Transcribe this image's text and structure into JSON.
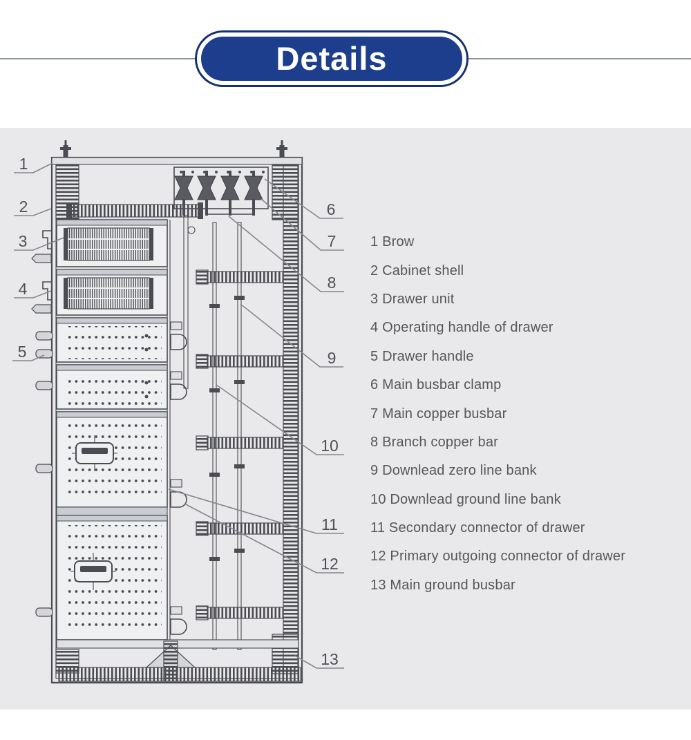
{
  "header": {
    "title": "Details"
  },
  "legend": {
    "items": [
      "1 Brow",
      "2 Cabinet shell",
      "3 Drawer unit",
      "4 Operating handle of drawer",
      "5 Drawer handle",
      "6 Main busbar clamp",
      "7 Main copper busbar",
      "8 Branch copper bar",
      "9 Downlead zero line bank",
      "10 Downlead ground line bank",
      "11 Secondary connector of drawer",
      "12 Primary outgoing connector of drawer",
      "13 Main ground busbar"
    ]
  },
  "diagram": {
    "callouts": [
      "1",
      "2",
      "3",
      "4",
      "5",
      "6",
      "7",
      "8",
      "9",
      "10",
      "11",
      "12",
      "13"
    ]
  },
  "colors": {
    "banner_fill": "#1d3e8c",
    "banner_ring": "#16306f",
    "panel_bg": "#e9e9eb",
    "line": "#4b4c52",
    "text": "#55565a",
    "leader": "#85868c"
  }
}
